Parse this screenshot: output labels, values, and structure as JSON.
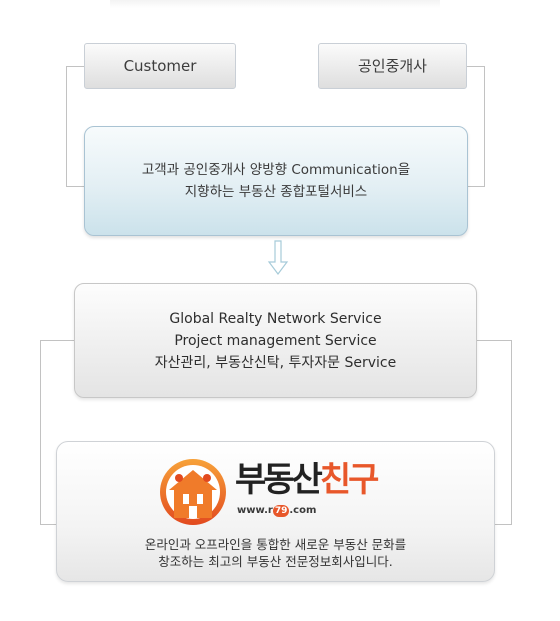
{
  "top_labels": {
    "customer": "Customer",
    "broker": "공인중개사"
  },
  "communication_box": {
    "line1": "고객과 공인중개사 양방향 Communication을",
    "line2": "지향하는 부동산 종합포털서비스"
  },
  "services_box": {
    "line1": "Global Realty Network Service",
    "line2": "Project management Service",
    "line3": "자산관리, 부동산신탁, 투자자문 Service"
  },
  "logo_box": {
    "brand_part1": "부동산",
    "brand_part2": "친구",
    "url_prefix": "www.r",
    "url_mid": "79",
    "url_suffix": ".com",
    "desc_line1": "온라인과 오프라인을 통합한 새로운 부동산 문화를",
    "desc_line2": "창조하는 최고의 부동산 전문정보회사입니다."
  },
  "colors": {
    "brand_accent": "#e8572a",
    "connector": "#c2c2c2",
    "arrow": "#a6cbd9"
  },
  "icons": [
    "down-arrow-icon",
    "house-people-logo-icon"
  ]
}
